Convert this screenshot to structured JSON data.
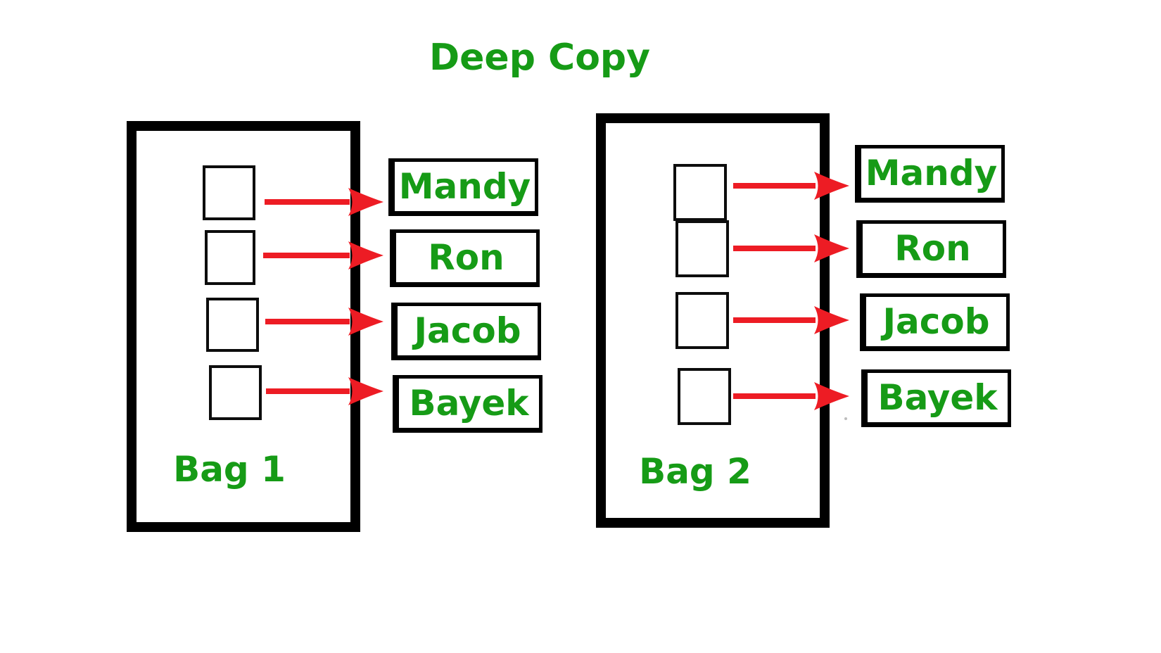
{
  "title": "Deep Copy",
  "colors": {
    "text_green": "#169B16",
    "arrow_red": "#ED1C24",
    "outline_black": "#000000"
  },
  "bags": [
    {
      "label": "Bag 1",
      "slot_count": 4,
      "items": [
        "Mandy",
        "Ron",
        "Jacob",
        "Bayek"
      ]
    },
    {
      "label": "Bag 2",
      "slot_count": 4,
      "items": [
        "Mandy",
        "Ron",
        "Jacob",
        "Bayek"
      ]
    }
  ]
}
